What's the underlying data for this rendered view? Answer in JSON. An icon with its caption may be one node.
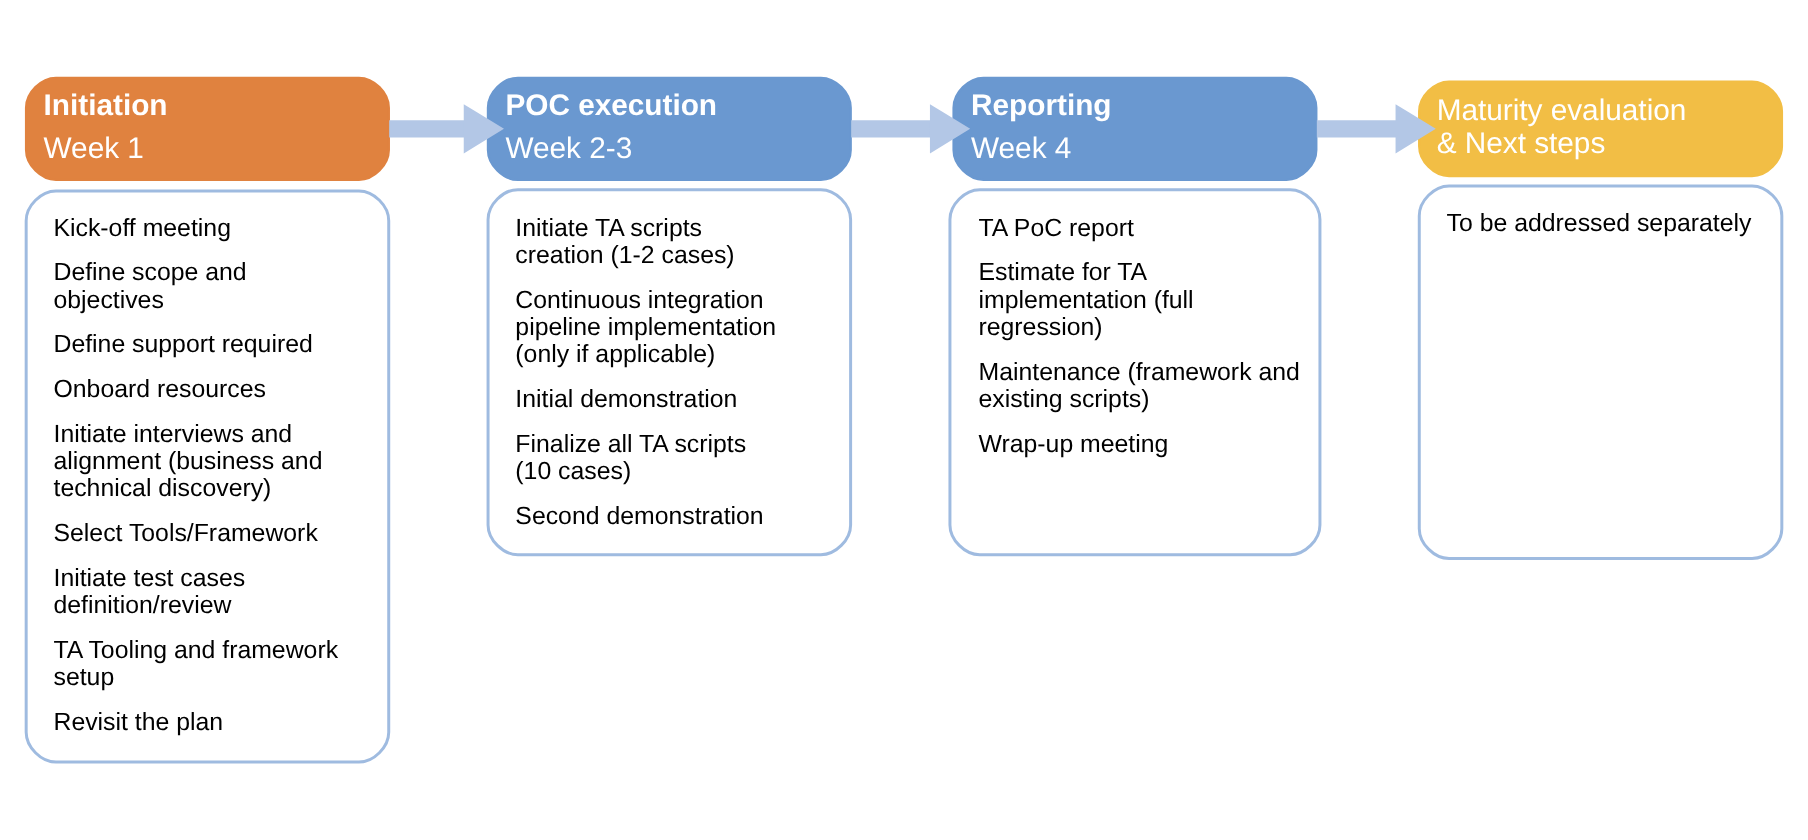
{
  "diagram": {
    "nodes": [
      {
        "text": [
          "Initiation",
          "Week 1"
        ]
      },
      {
        "text": [
          "Kick-off meeting",
          "Define scope and objectives",
          "Define support required",
          "Onboard resources",
          "Initiate interviews and alignment (business and technical discovery)",
          "Select Tools/Framework",
          "Initiate test cases definition/review",
          "TA Tooling and framework setup",
          "Revisit the plan"
        ]
      },
      {
        "text": [
          "POC execution",
          "Week 2-3"
        ]
      },
      {
        "text": [
          "Initiate TA scripts creation (1-2 cases)",
          "Continuous integration pipeline implementation (only if applicable)",
          "Initial demonstration",
          "Finalize all TA scripts (10 cases)",
          "Second demonstration"
        ]
      },
      {
        "text": [
          "Reporting",
          "Week 4"
        ]
      },
      {
        "text": [
          "TA PoC report",
          "Estimate for TA implementation (full regression)",
          "Maintenance (framework and existing scripts)",
          "Wrap-up meeting"
        ]
      },
      {
        "text": [
          "Maturity evaluation & Next steps"
        ]
      },
      {
        "text": [
          "To be addressed separately"
        ]
      }
    ],
    "edges": [
      {
        "from": 0,
        "to": 2,
        "arrow": "to"
      },
      {
        "from": 2,
        "to": 4,
        "arrow": "to"
      },
      {
        "from": 4,
        "to": 6,
        "arrow": "to"
      }
    ]
  }
}
